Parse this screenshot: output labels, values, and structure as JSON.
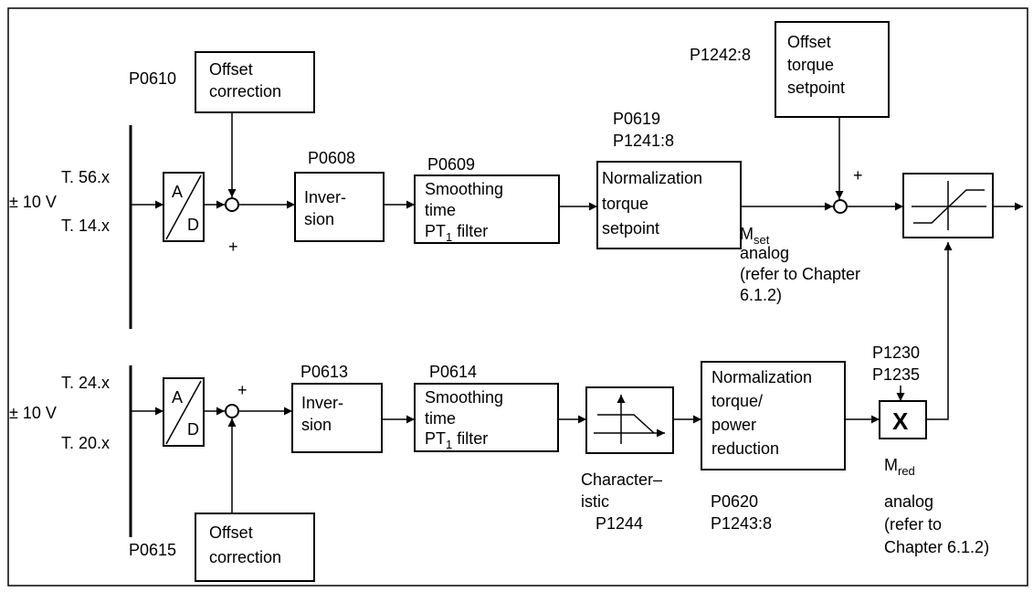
{
  "inputs": {
    "top": {
      "terminal_a": "T. 56.x",
      "voltage": "± 10 V",
      "terminal_b": "T. 14.x"
    },
    "bottom": {
      "terminal_a": "T. 24.x",
      "voltage": "± 10 V",
      "terminal_b": "T. 20.x"
    }
  },
  "adc": {
    "a": "A",
    "d": "D"
  },
  "signs": {
    "plus": "+"
  },
  "top_path": {
    "offset": {
      "param": "P0610",
      "line1": "Offset",
      "line2": "correction"
    },
    "inversion": {
      "param": "P0608",
      "line1": "Inver-",
      "line2": "sion"
    },
    "smoothing": {
      "param": "P0609",
      "line1": "Smoothing",
      "line2": "time",
      "line3_main": "PT",
      "line3_sub": "1",
      "line3_rest": " filter"
    },
    "normalization": {
      "param1": "P0619",
      "param2": "P1241:8",
      "line1": "Normalization",
      "line2": "torque",
      "line3": "setpoint"
    },
    "offset_torque": {
      "param": "P1242:8",
      "line1": "Offset",
      "line2": "torque",
      "line3": "setpoint"
    },
    "mset": {
      "main": "M",
      "sub": "set",
      "line2": "analog",
      "line3": "(refer to Chapter",
      "line4": "6.1.2)"
    }
  },
  "bottom_path": {
    "offset": {
      "param": "P0615",
      "line1": "Offset",
      "line2": "correction"
    },
    "inversion": {
      "param": "P0613",
      "line1": "Inver-",
      "line2": "sion"
    },
    "smoothing": {
      "param": "P0614",
      "line1": "Smoothing",
      "line2": "time",
      "line3_main": "PT",
      "line3_sub": "1",
      "line3_rest": " filter"
    },
    "characteristic": {
      "line1": "Character–",
      "line2": "istic",
      "param": "P1244"
    },
    "normalization": {
      "line1": "Normalization",
      "line2": "torque/",
      "line3": "power",
      "line4": "reduction",
      "param1": "P0620",
      "param2": "P1243:8"
    },
    "multiplier": {
      "symbol": "X",
      "param1": "P1230",
      "param2": "P1235"
    },
    "mred": {
      "main": "M",
      "sub": "red",
      "line2": "analog",
      "line3": "(refer to",
      "line4": "Chapter 6.1.2)"
    }
  }
}
